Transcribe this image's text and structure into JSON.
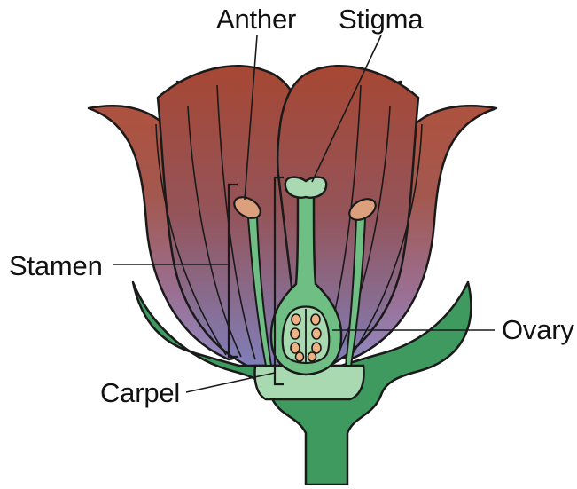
{
  "diagram": {
    "labels": {
      "anther": "Anther",
      "stigma": "Stigma",
      "stamen": "Stamen",
      "ovary": "Ovary",
      "carpel": "Carpel"
    },
    "colors": {
      "petal_top": "#b5503a",
      "petal_bottom": "#8e86c4",
      "sepal_green": "#3f9a5f",
      "pistil_light": "#a8d9b0",
      "pistil_mid": "#6fbf84",
      "anther": "#dca07c",
      "ovule": "#eeb184",
      "outline": "#1a1a1a"
    }
  }
}
